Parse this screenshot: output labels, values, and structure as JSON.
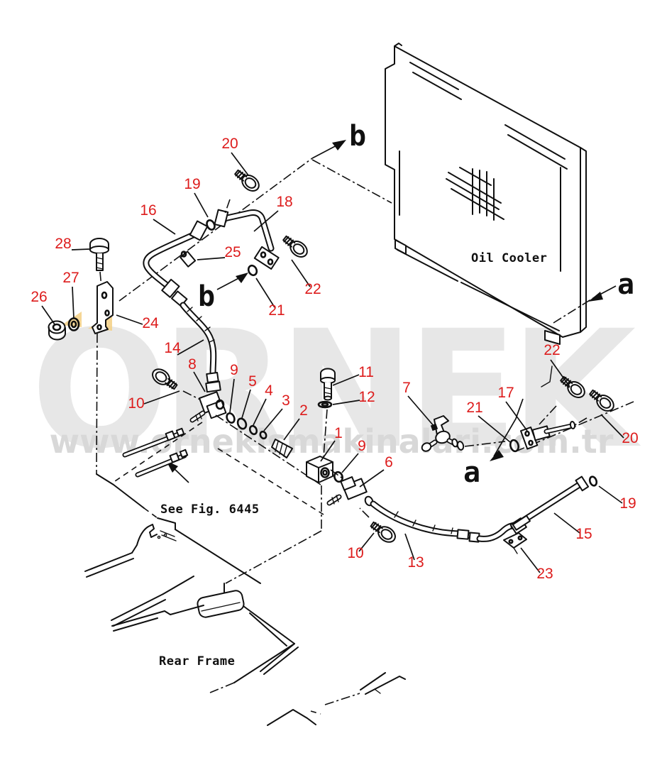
{
  "title": "Oil cooler piping exploded parts diagram",
  "watermark": {
    "brand": "ORNEK",
    "url": "www.ornekismakinalari.com.tr"
  },
  "annotations": {
    "oil_cooler": "Oil Cooler",
    "see_fig": "See Fig. 6445",
    "rear_frame": "Rear Frame"
  },
  "view_letters": [
    {
      "id": "b-top",
      "text": "b"
    },
    {
      "id": "b-mid",
      "text": "b"
    },
    {
      "id": "a-right",
      "text": "a"
    },
    {
      "id": "a-bottom",
      "text": "a"
    }
  ],
  "callouts": [
    {
      "part": "20"
    },
    {
      "part": "19"
    },
    {
      "part": "16"
    },
    {
      "part": "18"
    },
    {
      "part": "28"
    },
    {
      "part": "25"
    },
    {
      "part": "22"
    },
    {
      "part": "27"
    },
    {
      "part": "26"
    },
    {
      "part": "21"
    },
    {
      "part": "24"
    },
    {
      "part": "14"
    },
    {
      "part": "8"
    },
    {
      "part": "9"
    },
    {
      "part": "10"
    },
    {
      "part": "5"
    },
    {
      "part": "4"
    },
    {
      "part": "3"
    },
    {
      "part": "2"
    },
    {
      "part": "11"
    },
    {
      "part": "12"
    },
    {
      "part": "7"
    },
    {
      "part": "1"
    },
    {
      "part": "9"
    },
    {
      "part": "6"
    },
    {
      "part": "22"
    },
    {
      "part": "17"
    },
    {
      "part": "21"
    },
    {
      "part": "20"
    },
    {
      "part": "19"
    },
    {
      "part": "15"
    },
    {
      "part": "10"
    },
    {
      "part": "13"
    },
    {
      "part": "23"
    }
  ],
  "colors": {
    "line_black": "#101010",
    "label_red": "#dd1c1c",
    "watermark_gray": "#e7e7e7",
    "watermark_url_gray": "#d8d8d8",
    "highlight_yellow": "#f3cf82"
  }
}
